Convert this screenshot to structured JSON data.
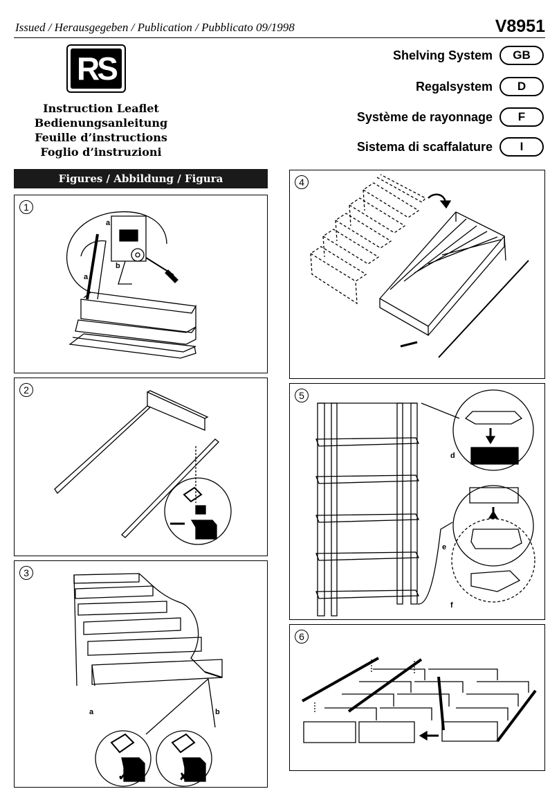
{
  "header": {
    "issued": "Issued / Herausgegeben / Publication / Pubblicato  09/1998",
    "code": "V8951"
  },
  "logo": {
    "text": "RS"
  },
  "leaflet": [
    "Instruction Leaflet",
    "Bedienungsanleitung",
    "Feuille d’instructions",
    "Foglio d’instruzioni"
  ],
  "languages": [
    {
      "title": "Shelving System",
      "badge": "GB"
    },
    {
      "title": "Regalsystem",
      "badge": "D"
    },
    {
      "title": "Système de rayonnage",
      "badge": "F"
    },
    {
      "title": "Sistema di scaffalature",
      "badge": "I"
    }
  ],
  "figures_heading": "Figures / Abbildung / Figura",
  "panels": {
    "p1": {
      "number": "1",
      "labels": [
        "a",
        "b",
        "a"
      ]
    },
    "p2": {
      "number": "2"
    },
    "p3": {
      "number": "3",
      "labels": [
        "a",
        "b"
      ],
      "marks": [
        "✔",
        "✘"
      ]
    },
    "p4": {
      "number": "4"
    },
    "p5": {
      "number": "5",
      "labels": [
        "d",
        "e",
        "f"
      ]
    },
    "p6": {
      "number": "6"
    }
  }
}
